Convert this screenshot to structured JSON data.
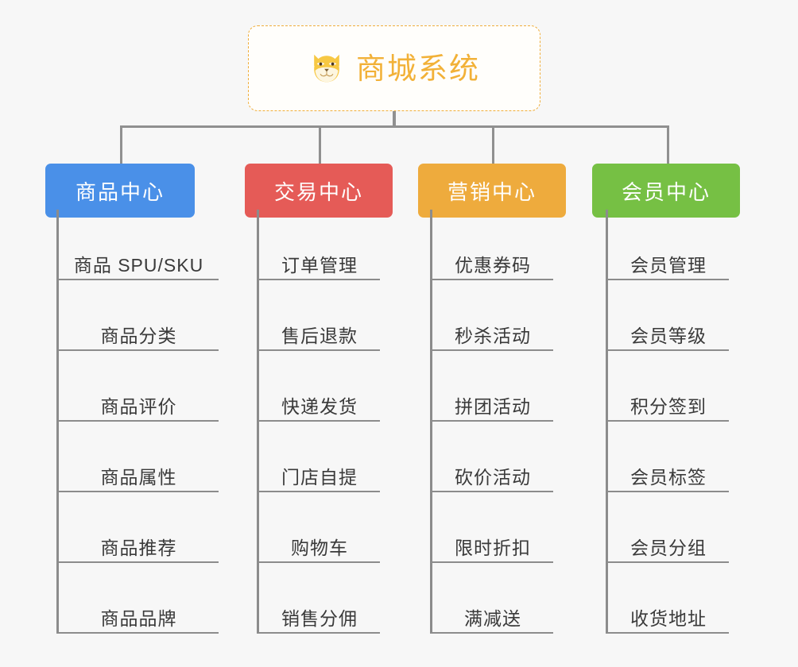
{
  "page": {
    "background_color": "#f7f7f7",
    "line_color": "#8c8c8c"
  },
  "root": {
    "title": "商城系统",
    "icon": "shiba-dog-icon",
    "border_color": "#f0ae3c",
    "text_color": "#f2b138"
  },
  "columns": [
    {
      "id": "product-center",
      "label": "商品中心",
      "color": "#4a90e8",
      "items": [
        "商品 SPU/SKU",
        "商品分类",
        "商品评价",
        "商品属性",
        "商品推荐",
        "商品品牌"
      ]
    },
    {
      "id": "trade-center",
      "label": "交易中心",
      "color": "#e55b57",
      "items": [
        "订单管理",
        "售后退款",
        "快递发货",
        "门店自提",
        "购物车",
        "销售分佣"
      ]
    },
    {
      "id": "marketing-center",
      "label": "营销中心",
      "color": "#eeab3d",
      "items": [
        "优惠券码",
        "秒杀活动",
        "拼团活动",
        "砍价活动",
        "限时折扣",
        "满减送"
      ]
    },
    {
      "id": "member-center",
      "label": "会员中心",
      "color": "#76c044",
      "items": [
        "会员管理",
        "会员等级",
        "积分签到",
        "会员标签",
        "会员分组",
        "收货地址"
      ]
    }
  ]
}
